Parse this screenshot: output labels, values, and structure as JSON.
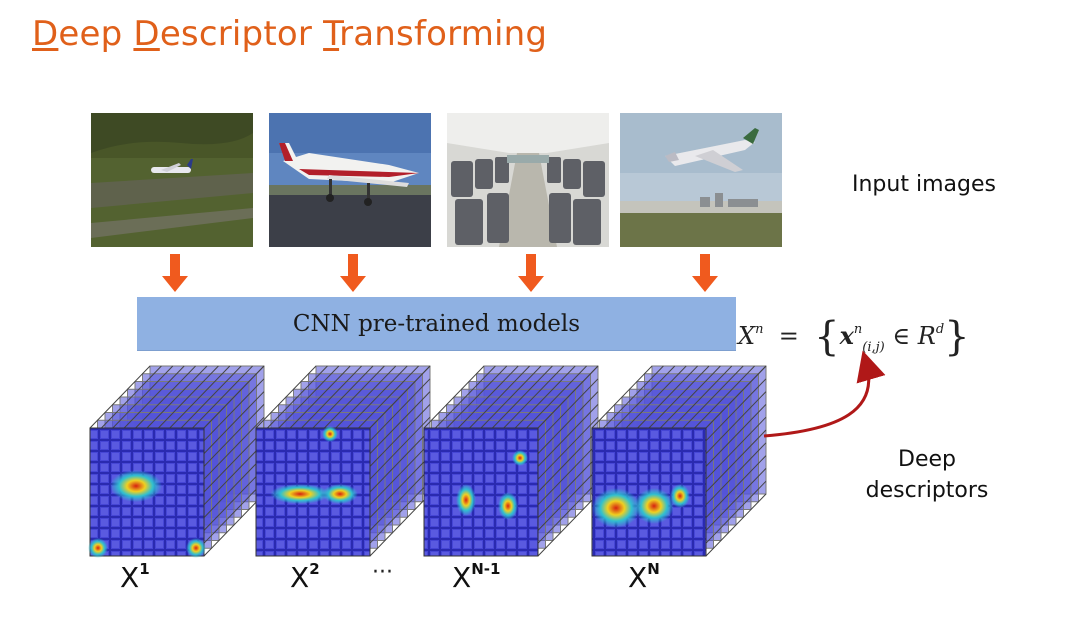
{
  "title": {
    "words": [
      {
        "initial": "D",
        "rest": "eep "
      },
      {
        "initial": "D",
        "rest": "escriptor "
      },
      {
        "initial": "T",
        "rest": "ransforming"
      }
    ],
    "color": "#e0601a"
  },
  "input_images_label": "Input images",
  "cnn_box_label": "CNN pre-trained models",
  "formula": {
    "lhs": "X",
    "lhs_sup": "n",
    "eq": "=",
    "vec": "x",
    "vec_sup": "n",
    "vec_sub": "(i,j)",
    "in": "∈",
    "space": "R",
    "space_sup": "d"
  },
  "deep_descriptors_label": [
    "Deep",
    "descriptors"
  ],
  "stacks": [
    {
      "base": "X",
      "sup": "1"
    },
    {
      "base": "X",
      "sup": "2"
    },
    {
      "base": "X",
      "sup": "N-1"
    },
    {
      "base": "X",
      "sup": "N"
    }
  ],
  "ellipsis": "···",
  "colors": {
    "arrow": "#f05a1e",
    "cnn_box": "#8fb1e2",
    "feature_map": "#3d3dd0",
    "connector": "#b01818"
  }
}
